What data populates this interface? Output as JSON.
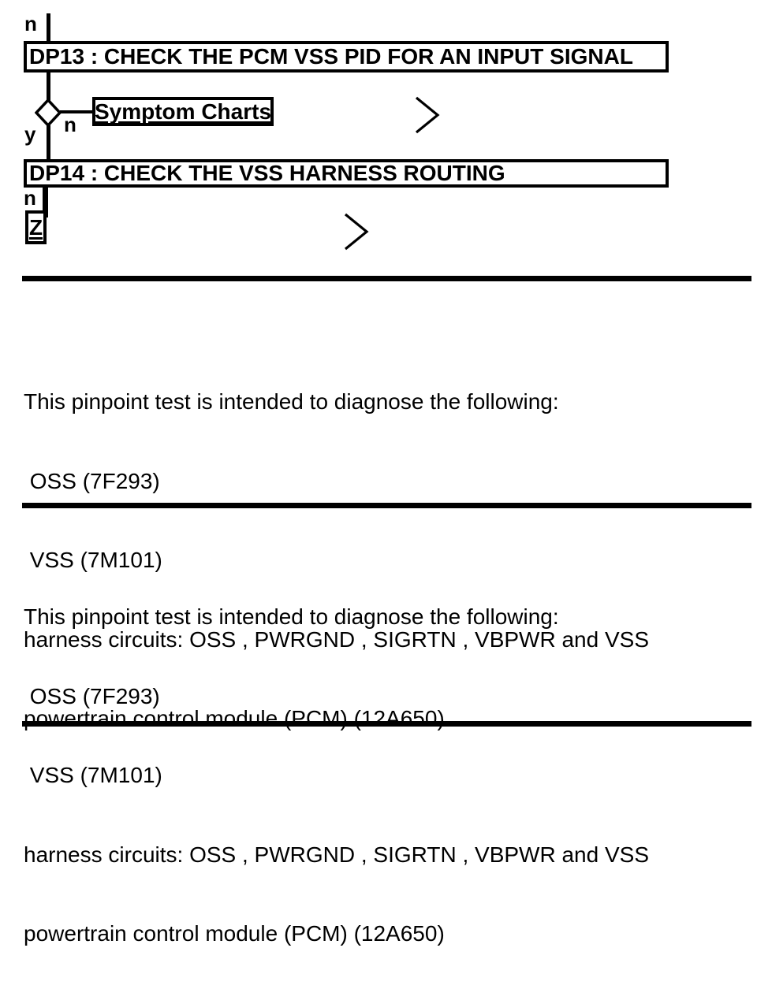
{
  "colors": {
    "ink": "#000000",
    "paper": "#ffffff"
  },
  "flowchart": {
    "entry_branch_label": "n",
    "dp13_title": "DP13 : CHECK THE PCM VSS PID FOR AN INPUT SIGNAL",
    "decision_no_label": "n",
    "decision_yes_label": "y",
    "symptom_charts_link_label": "Symptom Charts",
    "dp14_title": "DP14 : CHECK THE VSS HARNESS ROUTING",
    "dp14_branch_label": "n",
    "z_link_label": "Z"
  },
  "icons": {
    "continue_chevron": "right-chevron",
    "decision_diamond": "decision-diamond"
  },
  "sections": [
    {
      "lines": [
        "This pinpoint test is intended to diagnose the following:",
        " OSS (7F293)",
        " VSS (7M101)",
        "harness circuits: OSS , PWRGND , SIGRTN , VBPWR and VSS",
        "powertrain control module (PCM) (12A650)"
      ]
    },
    {
      "lines": [
        "This pinpoint test is intended to diagnose the following:",
        " OSS (7F293)",
        " VSS (7M101)",
        "harness circuits: OSS , PWRGND , SIGRTN , VBPWR and VSS",
        "powertrain control module (PCM) (12A650)"
      ]
    }
  ]
}
